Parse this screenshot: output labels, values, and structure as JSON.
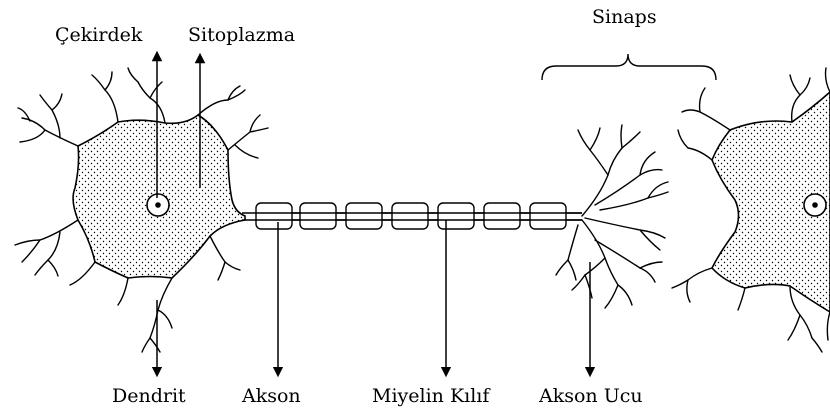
{
  "labels": {
    "nucleus": "Çekirdek",
    "cytoplasm": "Sitoplazma",
    "synapse": "Sinaps",
    "dendrite": "Dendrit",
    "axon": "Akson",
    "myelin": "Miyelin Kılıf",
    "axon_terminal": "Akson Ucu"
  },
  "colors": {
    "stroke": "#000000",
    "background": "#ffffff"
  }
}
